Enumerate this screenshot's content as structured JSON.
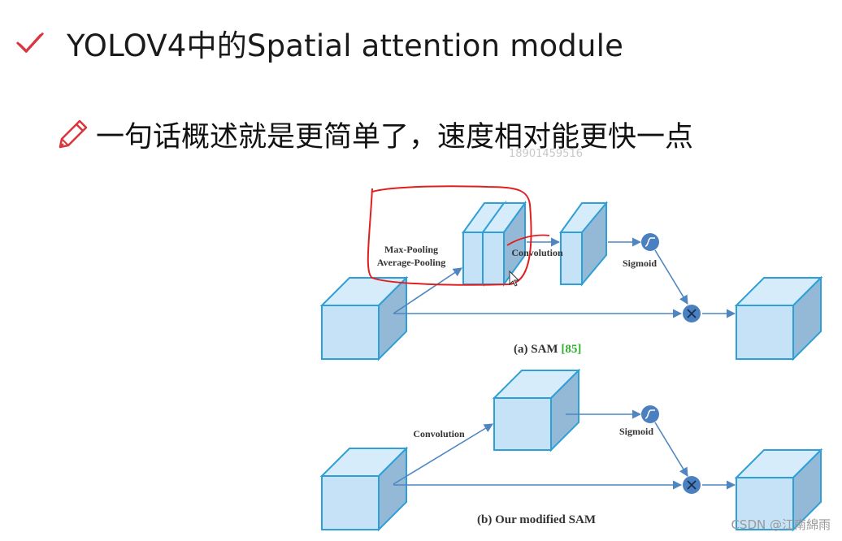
{
  "slide": {
    "title": "YOLOV4中的Spatial attention module",
    "subtitle": "一句话概述就是更简单了，速度相对能更快一点"
  },
  "diagram_a": {
    "pool_label_1": "Max-Pooling",
    "pool_label_2": "Average-Pooling",
    "conv_label": "Convolution",
    "sigmoid_label": "Sigmoid",
    "caption_prefix": "(a) SAM ",
    "caption_ref": "[85]"
  },
  "diagram_b": {
    "conv_label": "Convolution",
    "sigmoid_label": "Sigmoid",
    "caption": "(b) Our modified SAM"
  },
  "watermarks": {
    "phone": "18901459516",
    "csdn": "CSDN @江南綿雨"
  },
  "colors": {
    "cube_face": "#c5e2f7",
    "cube_side": "#93b9d6",
    "cube_edge": "#2f9fd8",
    "arrow": "#4f86c0",
    "op_circle": "#4a7fc0",
    "annotation_red": "#e02020",
    "ref_green": "#2fb030",
    "check_red": "#d9363e"
  }
}
